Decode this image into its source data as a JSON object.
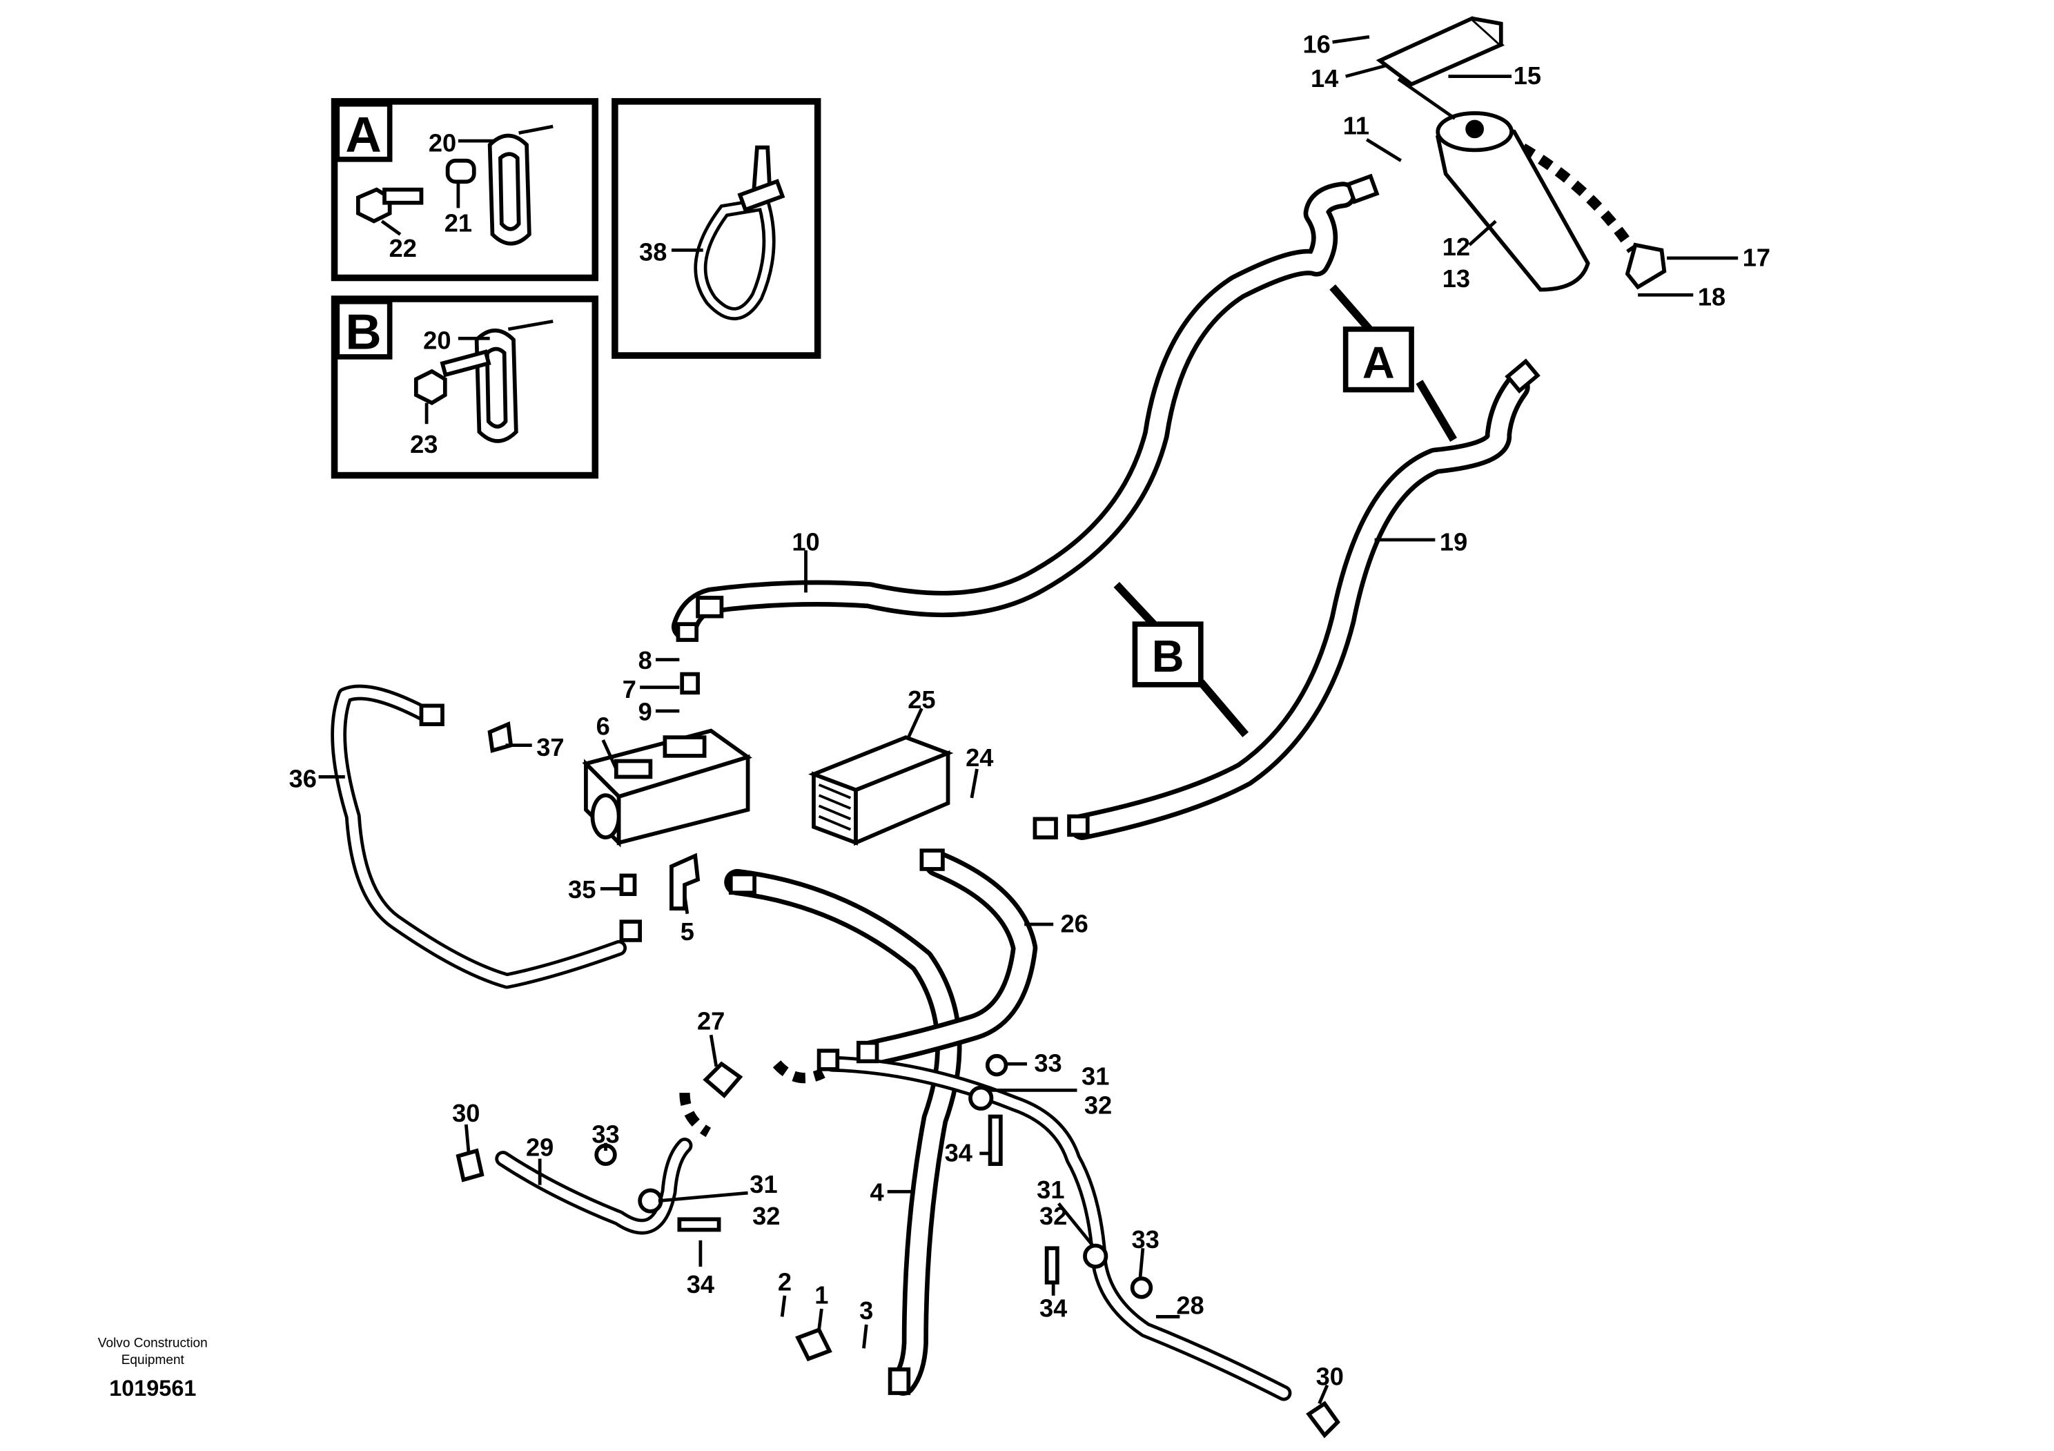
{
  "drawing": {
    "publisher_line1": "Volvo Construction",
    "publisher_line2": "Equipment",
    "number": "1019561"
  },
  "detail_boxes": {
    "A": {
      "letter": "A",
      "labels": [
        "20",
        "21",
        "22"
      ]
    },
    "B": {
      "letter": "B",
      "labels": [
        "20",
        "23"
      ]
    },
    "tie": {
      "labels": [
        "38"
      ]
    }
  },
  "pointer_tags": [
    "A",
    "B"
  ],
  "callouts": [
    "16",
    "14",
    "15",
    "11",
    "12",
    "13",
    "17",
    "18",
    "19",
    "10",
    "8",
    "7",
    "9",
    "6",
    "37",
    "36",
    "25",
    "24",
    "35",
    "5",
    "26",
    "27",
    "33",
    "31",
    "32",
    "30",
    "29",
    "33",
    "31",
    "32",
    "34",
    "34",
    "4",
    "31",
    "32",
    "33",
    "34",
    "28",
    "2",
    "1",
    "3",
    "30"
  ],
  "colors": {
    "line": "#000000",
    "background": "#ffffff"
  }
}
